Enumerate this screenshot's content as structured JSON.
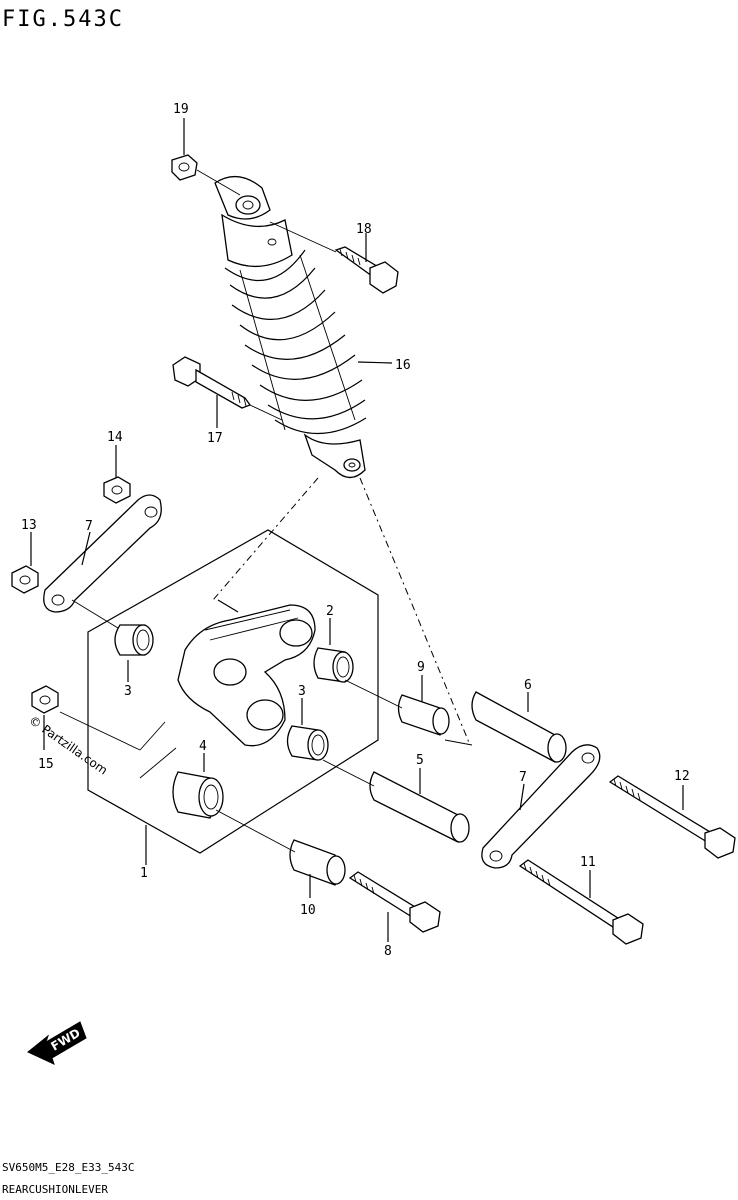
{
  "figure": {
    "title": "FIG.543C",
    "code": "SV650M5_E28_E33_543C",
    "caption": "REARCUSHIONLEVER",
    "watermark": "© Partzilla.com",
    "fwd_label": "FWD"
  },
  "callouts": [
    {
      "id": "c1",
      "label": "1"
    },
    {
      "id": "c2",
      "label": "2"
    },
    {
      "id": "c3a",
      "label": "3"
    },
    {
      "id": "c3b",
      "label": "3"
    },
    {
      "id": "c4",
      "label": "4"
    },
    {
      "id": "c5",
      "label": "5"
    },
    {
      "id": "c6",
      "label": "6"
    },
    {
      "id": "c7a",
      "label": "7"
    },
    {
      "id": "c7b",
      "label": "7"
    },
    {
      "id": "c8",
      "label": "8"
    },
    {
      "id": "c9",
      "label": "9"
    },
    {
      "id": "c10",
      "label": "10"
    },
    {
      "id": "c11",
      "label": "11"
    },
    {
      "id": "c12",
      "label": "12"
    },
    {
      "id": "c13",
      "label": "13"
    },
    {
      "id": "c14",
      "label": "14"
    },
    {
      "id": "c15",
      "label": "15"
    },
    {
      "id": "c16",
      "label": "16"
    },
    {
      "id": "c17",
      "label": "17"
    },
    {
      "id": "c18",
      "label": "18"
    },
    {
      "id": "c19",
      "label": "19"
    }
  ]
}
